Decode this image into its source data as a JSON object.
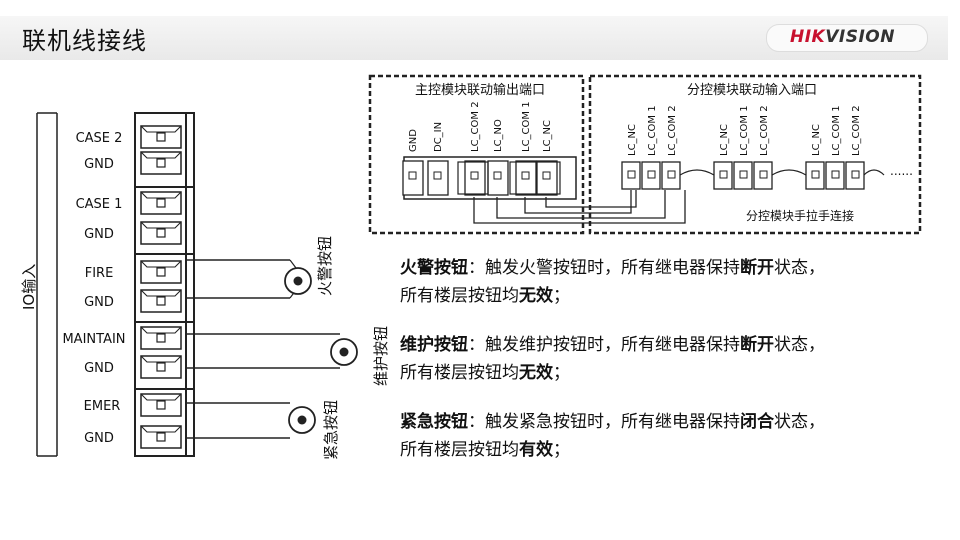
{
  "header": {
    "title": "联机线接线",
    "logo_text": "HIKVISION"
  },
  "terminal_block": {
    "group_label": "IO输入",
    "pins": [
      "CASE 2",
      "GND",
      "CASE 1",
      "GND",
      "FIRE",
      "GND",
      "MAINTAIN",
      "GND",
      "EMER",
      "GND"
    ]
  },
  "buttons": {
    "fire": "火警按钮",
    "maintain": "维护按钮",
    "emergency": "紧急按钮"
  },
  "main_module": {
    "title": "主控模块联动输出端口",
    "ports": [
      "GND",
      "DC_IN",
      "LC_COM 2",
      "LC_NO",
      "LC_COM 1",
      "LC_NC"
    ]
  },
  "sub_module": {
    "title": "分控模块联动输入端口",
    "ports": [
      "LC_NC",
      "LC_COM 1",
      "LC_COM 2",
      "LC_NC",
      "LC_COM 1",
      "LC_COM 2",
      "LC_NC",
      "LC_COM 1",
      "LC_COM 2"
    ],
    "ellipsis": "......",
    "footer": "分控模块手拉手连接"
  },
  "descriptions": [
    {
      "name": "火警按钮",
      "sep": "：",
      "text1": "触发火警按钮时，所有继电器保持",
      "state": "断开",
      "text2": "状态，",
      "line2": "所有楼层按钮均",
      "result": "无效",
      "end": "；"
    },
    {
      "name": "维护按钮",
      "sep": "：",
      "text1": "触发维护按钮时，所有继电器保持",
      "state": "断开",
      "text2": "状态，",
      "line2": "所有楼层按钮均",
      "result": "无效",
      "end": "；"
    },
    {
      "name": "紧急按钮",
      "sep": "：",
      "text1": "触发紧急按钮时，所有继电器保持",
      "state": "闭合",
      "text2": "状态，",
      "line2": "所有楼层按钮均",
      "result": "有效",
      "end": "；"
    }
  ],
  "colors": {
    "brand_red": "#c8102e",
    "line": "#222222"
  }
}
